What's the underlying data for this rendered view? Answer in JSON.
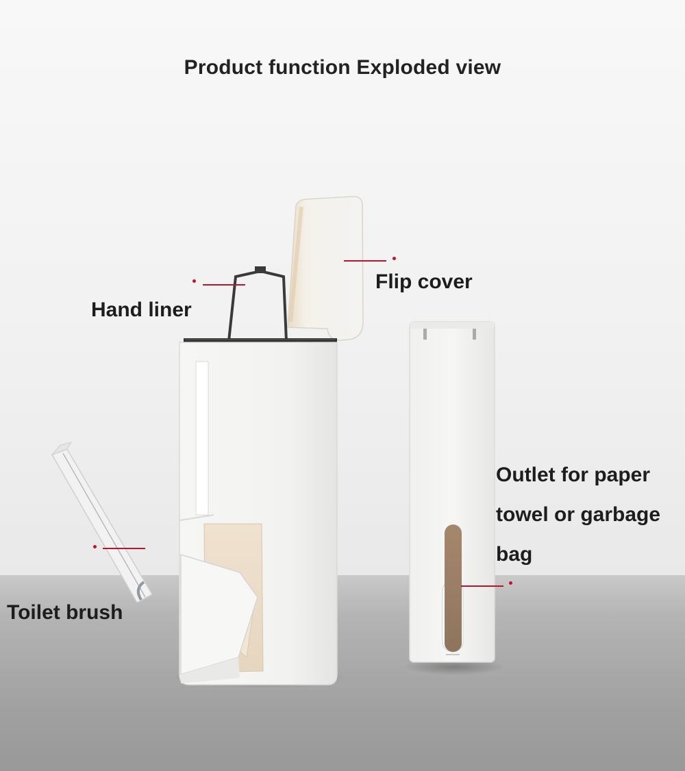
{
  "header": {
    "title": "Product function Exploded view"
  },
  "callouts": {
    "flip_cover": "Flip cover",
    "hand_liner": "Hand liner",
    "toilet_brush": "Toilet brush",
    "outlet_line1": "Outlet for paper",
    "outlet_line2": "towel or garbage",
    "outlet_line3": "bag"
  },
  "colors": {
    "accent_line": "#b4162b",
    "product_white": "#f4f4f2",
    "inner_beige": "#eadccb",
    "window_brown": "#9c7f66",
    "floor_gray": "#a6a6a6"
  }
}
